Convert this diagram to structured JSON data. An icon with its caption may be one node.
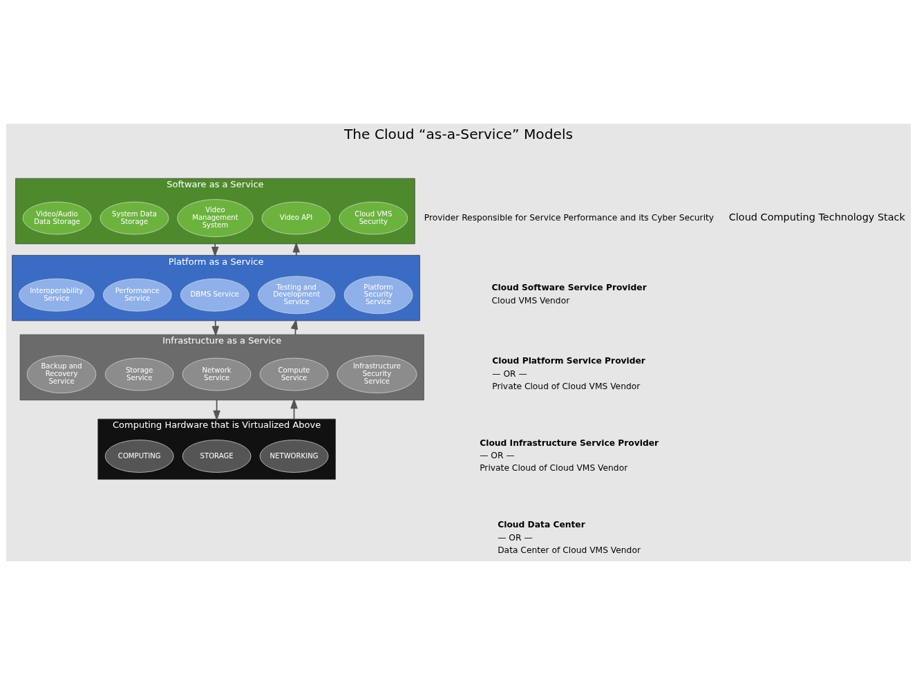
{
  "diagram": {
    "title": "The Cloud “as-a-Service” Models",
    "nodes": [
      {
        "text": [
          "Software as a Service"
        ],
        "beside": [
          "Cloud Software Service Provider",
          "Cloud VMS Vendor"
        ]
      },
      {
        "text": [
          "Video/Audio Data Storage"
        ],
        "in": 0
      },
      {
        "text": [
          "System Data Storage"
        ],
        "in": 0
      },
      {
        "text": [
          "Video Management System"
        ],
        "in": 0
      },
      {
        "text": [
          "Video API"
        ],
        "in": 0
      },
      {
        "text": [
          "Cloud VMS Security"
        ],
        "in": 0
      },
      {
        "text": [
          "Platform as a Service"
        ],
        "beside": [
          "Cloud Platform Service Provider",
          "— OR —",
          "Private Cloud of Cloud VMS Vendor"
        ]
      },
      {
        "text": [
          "Interoperability Service"
        ],
        "in": 6
      },
      {
        "text": [
          "Performance Service"
        ],
        "in": 6
      },
      {
        "text": [
          "DBMS Service"
        ],
        "in": 6
      },
      {
        "text": [
          "Testing and Development Service"
        ],
        "in": 6
      },
      {
        "text": [
          "Platform Security Service"
        ],
        "in": 6
      },
      {
        "text": [
          "Infrastructure as a Service"
        ],
        "beside": [
          "Cloud Infrastructure Service Provider",
          "— OR —",
          "Private Cloud of Cloud VMS Vendor"
        ]
      },
      {
        "text": [
          "Backup and Recovery Service"
        ],
        "in": 12
      },
      {
        "text": [
          "Storage Service"
        ],
        "in": 12
      },
      {
        "text": [
          "Network Service"
        ],
        "in": 12
      },
      {
        "text": [
          "Compute Service"
        ],
        "in": 12
      },
      {
        "text": [
          "Infrastructure Security Service"
        ],
        "in": 12
      },
      {
        "text": [
          "Computing Hardware that is Virtualized Above"
        ],
        "beside": [
          "Cloud Data Center",
          "— OR —",
          "Data Center of Cloud VMS Vendor"
        ]
      },
      {
        "text": [
          "COMPUTING"
        ],
        "in": 18
      },
      {
        "text": [
          "STORAGE"
        ],
        "in": 18
      },
      {
        "text": [
          "NETWORKING"
        ],
        "in": 18
      }
    ],
    "edges": [
      {
        "from": 0,
        "to": 6,
        "arrow": "to"
      },
      {
        "from": 6,
        "to": 0,
        "arrow": "to"
      },
      {
        "from": 6,
        "to": 12,
        "arrow": "to"
      },
      {
        "from": 12,
        "to": 6,
        "arrow": "to"
      },
      {
        "from": 12,
        "to": 18,
        "arrow": "to"
      },
      {
        "from": 18,
        "to": 12,
        "arrow": "to"
      }
    ],
    "labels": [
      "Provider Responsible for Service Performance and its Cyber Security",
      "Cloud Computing Technology Stack"
    ]
  }
}
